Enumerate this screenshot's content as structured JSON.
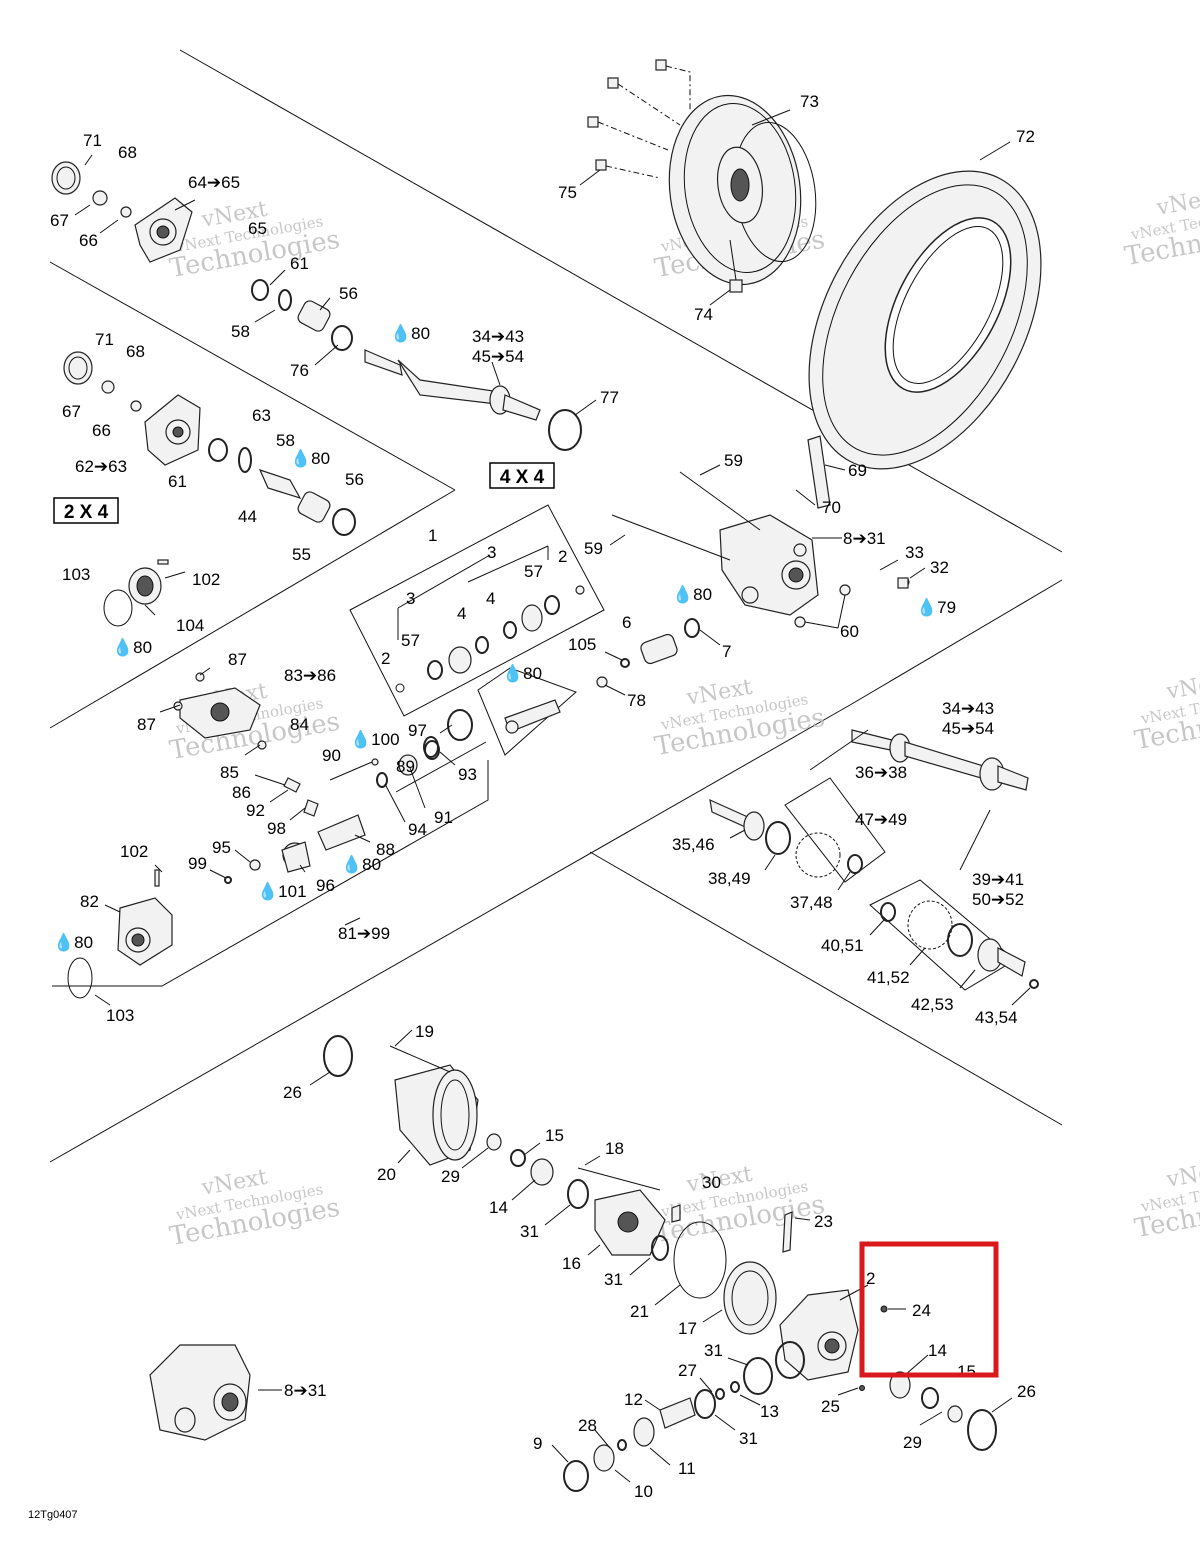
{
  "diagram": {
    "code": "12Tg0407",
    "box_labels": {
      "two_by_four": "2 X 4",
      "four_by_four": "4 X 4"
    },
    "watermark": {
      "line1": "vNext",
      "line2": "vNext Technologies",
      "line3": "Technologies"
    },
    "highlight_color": "#d9191c",
    "labels": {
      "l71a": "71",
      "l68a": "68",
      "l6465": "64➔65",
      "l67a": "67",
      "l66a": "66",
      "l65": "65",
      "l61a": "61",
      "l56a": "56",
      "l58a": "58",
      "l76": "76",
      "l80a": "💧80",
      "l3443a": "34➔43",
      "l4554a": "45➔54",
      "l77": "77",
      "l71b": "71",
      "l68b": "68",
      "l67b": "67",
      "l66b": "66",
      "l63": "63",
      "l6263": "62➔63",
      "l61b": "61",
      "l58b": "58",
      "l80b": "💧80",
      "l56b": "56",
      "l44": "44",
      "l55": "55",
      "l103a": "103",
      "l102a": "102",
      "l104": "104",
      "l80c": "💧80",
      "l73": "73",
      "l72": "72",
      "l75": "75",
      "l74": "74",
      "l59a": "59",
      "l69": "69",
      "l70": "70",
      "l59b": "59",
      "l831a": "8➔31",
      "l33": "33",
      "l32": "32",
      "l79": "💧79",
      "l60": "60",
      "l1": "1",
      "l3a": "3",
      "l2a": "2",
      "l3b": "3",
      "l57a": "57",
      "l4a": "4",
      "l4b": "4",
      "l57b": "57",
      "l2b": "2",
      "l80d": "💧80",
      "l80e": "💧80",
      "l6": "6",
      "l7": "7",
      "l105": "105",
      "l78": "78",
      "l87a": "87",
      "l8386": "83➔86",
      "l87b": "87",
      "l84": "84",
      "l85": "85",
      "l86": "86",
      "l92": "92",
      "l90": "90",
      "l100": "💧100",
      "l89": "89",
      "l97": "97",
      "l93": "93",
      "l98": "98",
      "l91": "91",
      "l94": "94",
      "l88": "88",
      "l80f": "💧80",
      "l102b": "102",
      "l95": "95",
      "l99": "99",
      "l101": "💧101",
      "l96": "96",
      "l82": "82",
      "l80g": "💧80",
      "l103b": "103",
      "l8199": "81➔99",
      "l3443b": "34➔43",
      "l4554b": "45➔54",
      "l3638": "36➔38",
      "l4749": "47➔49",
      "l3546": "35,46",
      "l3849": "38,49",
      "l3748": "37,48",
      "l3941": "39➔41",
      "l5052": "50➔52",
      "l4051": "40,51",
      "l4152": "41,52",
      "l4253": "42,53",
      "l4354": "43,54",
      "l19": "19",
      "l26a": "26",
      "l20": "20",
      "l29a": "29",
      "l15a": "15",
      "l18": "18",
      "l14a": "14",
      "l31a": "31",
      "l30": "30",
      "l23": "23",
      "l16": "16",
      "l31b": "31",
      "l21": "21",
      "l17": "17",
      "l2c": "2",
      "l24": "24",
      "l14b": "14",
      "l15b": "15",
      "l26b": "26",
      "l31c": "31",
      "l27": "27",
      "l13": "13",
      "l25": "25",
      "l29b": "29",
      "l12": "12",
      "l31d": "31",
      "l28": "28",
      "l9": "9",
      "l11": "11",
      "l10": "10",
      "l831b": "8➔31"
    }
  }
}
